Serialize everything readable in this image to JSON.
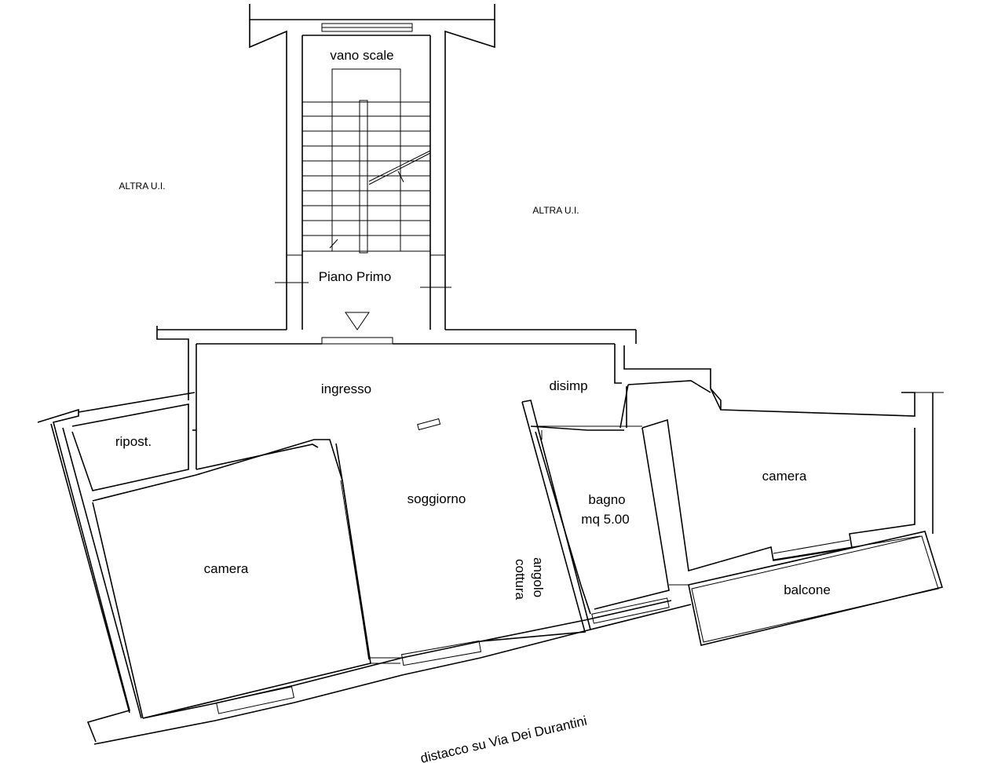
{
  "floor_plan": {
    "rooms": {
      "stairwell": "vano scale",
      "floor_name": "Piano Primo",
      "entrance": "ingresso",
      "hallway": "disimp",
      "storage": "ripost.",
      "living_room": "soggiorno",
      "bedroom_left": "camera",
      "bedroom_right": "camera",
      "bathroom": "bagno",
      "bathroom_area": "mq 5.00",
      "kitchen_corner_line1": "angolo",
      "kitchen_corner_line2": "cottura",
      "balcony": "balcone"
    },
    "neighbors": {
      "left": "ALTRA U.I.",
      "right": "ALTRA U.I."
    },
    "street_note": "distacco su Via Dei Durantini",
    "icons": {
      "entrance_marker": "triangle-down-icon"
    }
  }
}
